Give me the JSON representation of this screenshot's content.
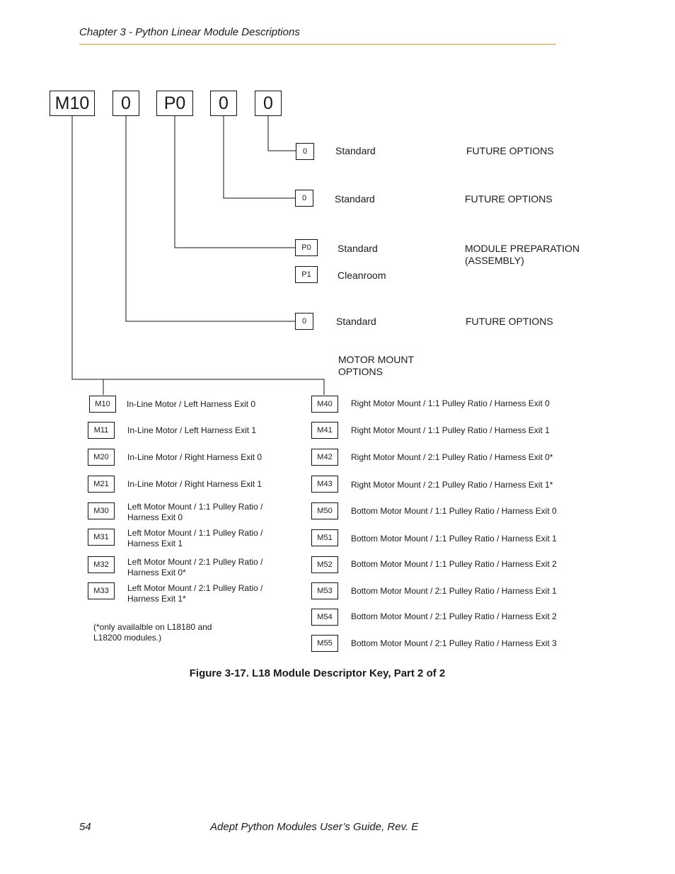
{
  "header": {
    "chapter": "Chapter 3 - Python Linear Module Descriptions"
  },
  "code": [
    "M10",
    "0",
    "P0",
    "0",
    "0"
  ],
  "options": [
    {
      "code": "0",
      "label": "Standard",
      "category": "FUTURE OPTIONS"
    },
    {
      "code": "0",
      "label": "Standard",
      "category": "FUTURE OPTIONS"
    },
    {
      "code": "P0",
      "label": "Standard",
      "category_line1": "MODULE PREPARATION",
      "category_line2": "(ASSEMBLY)"
    },
    {
      "code": "P1",
      "label": "Cleanroom"
    },
    {
      "code": "0",
      "label": "Standard",
      "category": "FUTURE OPTIONS"
    }
  ],
  "motor_mount": {
    "title_line1": "MOTOR MOUNT",
    "title_line2": "OPTIONS",
    "left": [
      {
        "code": "M10",
        "line1": "In-Line Motor / Left Harness Exit 0",
        "line2": ""
      },
      {
        "code": "M11",
        "line1": "In-Line Motor / Left Harness Exit 1",
        "line2": ""
      },
      {
        "code": "M20",
        "line1": "In-Line Motor / Right Harness Exit 0",
        "line2": ""
      },
      {
        "code": "M21",
        "line1": "In-Line Motor / Right Harness Exit 1",
        "line2": ""
      },
      {
        "code": "M30",
        "line1": "Left Motor Mount / 1:1 Pulley Ratio /",
        "line2": "Harness Exit 0"
      },
      {
        "code": "M31",
        "line1": "Left Motor Mount / 1:1 Pulley Ratio /",
        "line2": "Harness Exit 1"
      },
      {
        "code": "M32",
        "line1": "Left Motor Mount / 2:1 Pulley Ratio /",
        "line2": "Harness Exit 0*"
      },
      {
        "code": "M33",
        "line1": "Left Motor Mount / 2:1 Pulley Ratio /",
        "line2": "Harness Exit 1*"
      }
    ],
    "right": [
      {
        "code": "M40",
        "label": "Right Motor Mount / 1:1 Pulley Ratio / Harness Exit 0"
      },
      {
        "code": "M41",
        "label": "Right Motor Mount / 1:1 Pulley Ratio / Harness Exit 1"
      },
      {
        "code": "M42",
        "label": "Right Motor Mount / 2:1 Pulley Ratio / Harness Exit 0*"
      },
      {
        "code": "M43",
        "label": "Right Motor Mount / 2:1 Pulley Ratio / Harness Exit 1*"
      },
      {
        "code": "M50",
        "label": "Bottom Motor Mount / 1:1 Pulley Ratio / Harness Exit 0"
      },
      {
        "code": "M51",
        "label": "Bottom Motor Mount / 1:1 Pulley Ratio / Harness Exit 1"
      },
      {
        "code": "M52",
        "label": "Bottom Motor Mount / 1:1 Pulley Ratio / Harness Exit 2"
      },
      {
        "code": "M53",
        "label": "Bottom Motor Mount / 2:1 Pulley Ratio / Harness Exit 1"
      },
      {
        "code": "M54",
        "label": "Bottom Motor Mount / 2:1 Pulley Ratio / Harness Exit 2"
      },
      {
        "code": "M55",
        "label": "Bottom Motor Mount / 2:1 Pulley Ratio / Harness Exit 3"
      }
    ],
    "footnote_line1": "(*only availalble on L18180 and",
    "footnote_line2": "L18200 modules.)"
  },
  "caption": "Figure 3-17. L18 Module Descriptor Key, Part 2 of 2",
  "footer": {
    "page": "54",
    "title": "Adept Python Modules User’s Guide, Rev. E"
  }
}
